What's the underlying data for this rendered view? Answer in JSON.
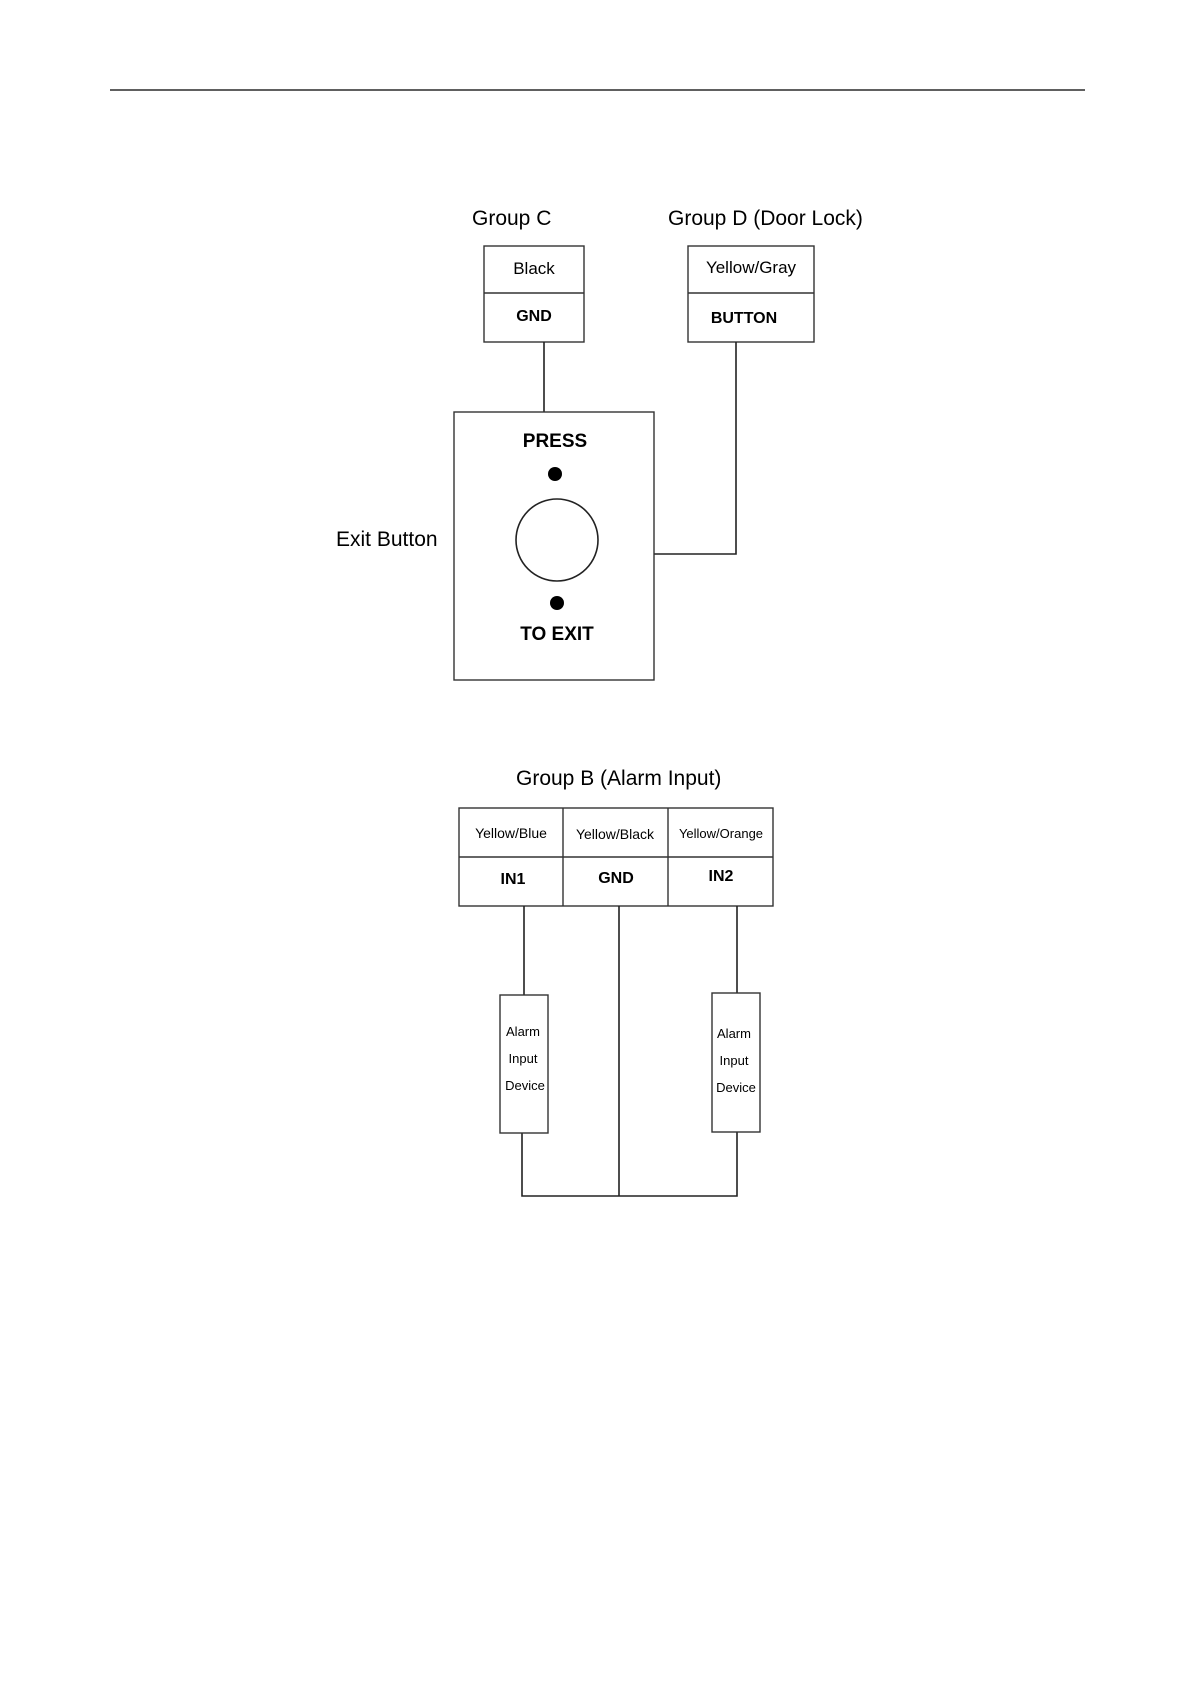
{
  "group_c": {
    "title": "Group C",
    "color": "Black",
    "signal": "GND"
  },
  "group_d": {
    "title": "Group D (Door Lock)",
    "color": "Yellow/Gray",
    "signal": "BUTTON"
  },
  "exit_button": {
    "label": "Exit Button",
    "top_text": "PRESS",
    "bottom_text": "TO EXIT"
  },
  "group_b": {
    "title": "Group B (Alarm Input)",
    "columns": [
      {
        "color": "Yellow/Blue",
        "signal": "IN1"
      },
      {
        "color": "Yellow/Black",
        "signal": "GND"
      },
      {
        "color": "Yellow/Orange",
        "signal": "IN2"
      }
    ]
  },
  "devices": [
    {
      "line1": "Alarm",
      "line2": "Input",
      "line3": "Device"
    },
    {
      "line1": "Alarm",
      "line2": "Input",
      "line3": "Device"
    }
  ]
}
